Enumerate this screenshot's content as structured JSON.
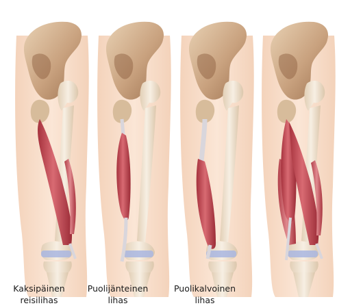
{
  "panels": [
    {
      "muscle": "biceps-femoris",
      "label_lines": [
        "Kaksipäinen",
        "reisilihas"
      ]
    },
    {
      "muscle": "semitendinosus",
      "label_lines": [
        "Puolijänteinen",
        "lihas"
      ]
    },
    {
      "muscle": "semimembranosus",
      "label_lines": [
        "Puolikalvoinen",
        "lihas"
      ]
    },
    {
      "muscle": "all-hamstrings",
      "label_lines": []
    }
  ],
  "colors": {
    "skin": "#f8e0cc",
    "skin_edge": "#e9c6aa",
    "bone": "#dcc4a6",
    "bone_dark": "#b58e6c",
    "femur": "#f2e7d6",
    "muscle": "#c9525a",
    "muscle_dark": "#9c2f3a",
    "muscle_light": "#e3858a",
    "tendon": "#d9d6dc",
    "cartilage": "#a9b6e0"
  }
}
